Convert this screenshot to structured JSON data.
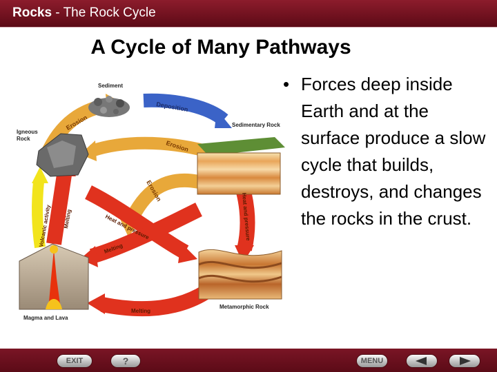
{
  "header": {
    "section": "Rocks",
    "separator": " - ",
    "subtitle": "The Rock Cycle"
  },
  "slide_title": "A Cycle of Many Pathways",
  "bullet": {
    "marker": "•",
    "text": "Forces deep inside Earth and at the surface produce a slow cycle that builds, destroys, and changes the rocks in the crust."
  },
  "diagram": {
    "rock_labels": {
      "sediment": "Sediment",
      "igneous": "Igneous Rock",
      "sedimentary": "Sedimentary Rock",
      "metamorphic": "Metamorphic Rock",
      "magma": "Magma and Lava"
    },
    "process_labels": {
      "deposition": "Deposition",
      "erosion_top": "Erosion",
      "erosion_mid": "Erosion",
      "erosion_center": "Erosion",
      "volcanic": "Volcanic activity",
      "melting_left": "Melting",
      "heat_pressure_center": "Heat and pressure",
      "melting_center": "Melting",
      "heat_pressure_right": "Heat and pressure",
      "melting_bottom": "Melting"
    },
    "colors": {
      "erosion": "#e8a83a",
      "deposition": "#3b63c7",
      "heat_pressure": "#e0321e",
      "melting": "#e0321e",
      "volcanic": "#f2e41c"
    }
  },
  "nav": {
    "exit": "EXIT",
    "help": "?",
    "menu": "MENU"
  }
}
